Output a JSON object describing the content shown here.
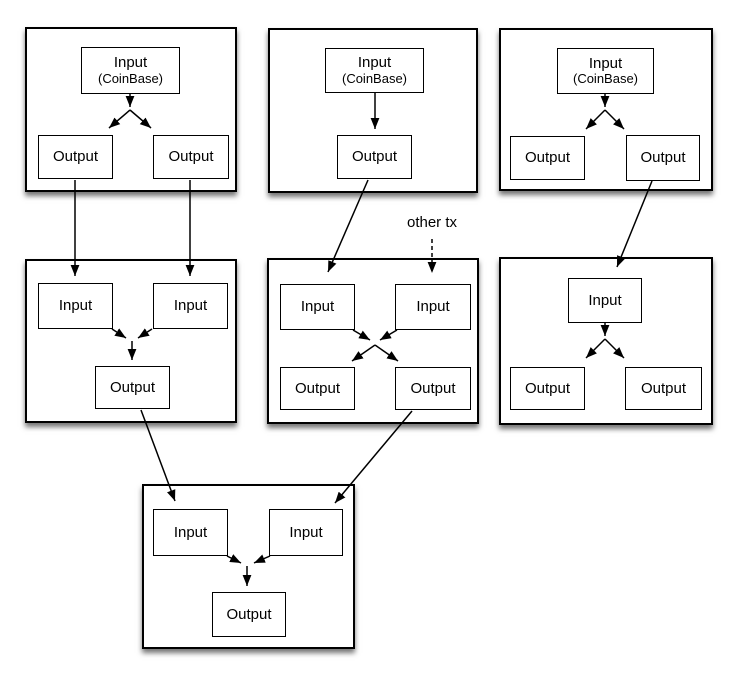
{
  "diagram": {
    "type": "bitcoin-transaction-chain-diagram",
    "background_color": "#ffffff",
    "line_color": "#000000",
    "box_fill": "#ffffff",
    "annotation": {
      "other_tx": "other tx"
    },
    "tx": {
      "t1": {
        "input1": "Input",
        "input1_sub": "(CoinBase)",
        "out1": "Output",
        "out2": "Output"
      },
      "t2": {
        "input1": "Input",
        "input1_sub": "(CoinBase)",
        "out1": "Output"
      },
      "t3": {
        "input1": "Input",
        "input1_sub": "(CoinBase)",
        "out1": "Output",
        "out2": "Output"
      },
      "m1": {
        "in1": "Input",
        "in2": "Input",
        "out1": "Output"
      },
      "m2": {
        "in1": "Input",
        "in2": "Input",
        "out1": "Output",
        "out2": "Output"
      },
      "m3": {
        "in1": "Input",
        "out1": "Output",
        "out2": "Output"
      },
      "b1": {
        "in1": "Input",
        "in2": "Input",
        "out1": "Output"
      }
    },
    "edges": [
      {
        "from": "t1.out1",
        "to": "m1.in1",
        "style": "solid"
      },
      {
        "from": "t1.out2",
        "to": "m1.in2",
        "style": "solid"
      },
      {
        "from": "t2.out1",
        "to": "m2.in1",
        "style": "solid"
      },
      {
        "from": "other tx",
        "to": "m2.in2",
        "style": "dashed"
      },
      {
        "from": "t3.out2",
        "to": "m3.in1",
        "style": "solid"
      },
      {
        "from": "m1.out1",
        "to": "b1.in1",
        "style": "solid"
      },
      {
        "from": "m2.out2",
        "to": "b1.in2",
        "style": "solid"
      },
      {
        "from": "t1.input1",
        "to": "t1.out1 + t1.out2",
        "style": "fork"
      },
      {
        "from": "t2.input1",
        "to": "t2.out1",
        "style": "solid"
      },
      {
        "from": "t3.input1",
        "to": "t3.out1 + t3.out2",
        "style": "fork"
      },
      {
        "from": "m1.in1 + m1.in2",
        "to": "m1.out1",
        "style": "merge"
      },
      {
        "from": "m2.in1",
        "to": "m2.out2",
        "style": "cross"
      },
      {
        "from": "m2.in2",
        "to": "m2.out1",
        "style": "cross"
      },
      {
        "from": "m3.in1",
        "to": "m3.out1 + m3.out2",
        "style": "fork"
      },
      {
        "from": "b1.in1 + b1.in2",
        "to": "b1.out1",
        "style": "merge"
      }
    ]
  }
}
